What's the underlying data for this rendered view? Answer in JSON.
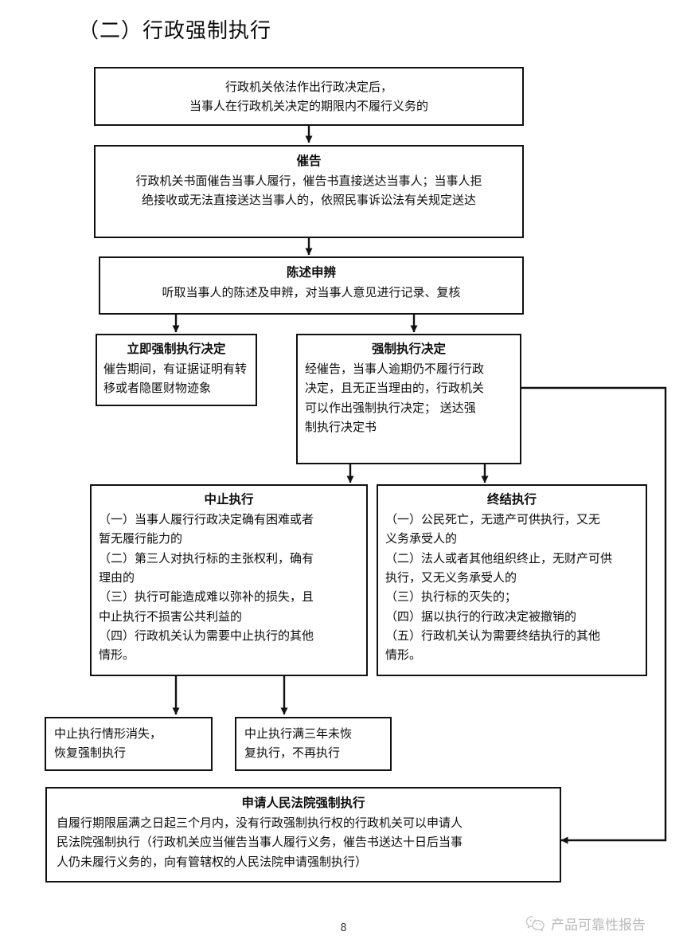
{
  "document": {
    "title": "（二）行政强制执行",
    "page_number": "8"
  },
  "watermark": {
    "icon": "wechat-icon",
    "label": "产品可靠性报告"
  },
  "flowchart": {
    "type": "flowchart",
    "orientation": "top-to-bottom",
    "nodes": [
      {
        "id": "start",
        "heading": "",
        "lines": [
          "行政机关依法作出行政决定后，",
          "当事人在行政机关决定的期限内不履行义务的"
        ]
      },
      {
        "id": "cuigao",
        "heading": "催告",
        "lines": [
          "行政机关书面催告当事人履行，催告书直接送达当事人；当事人拒",
          "绝接收或无法直接送达当事人的，依照民事诉讼法有关规定送达"
        ]
      },
      {
        "id": "chenshu",
        "heading": "陈述申辨",
        "lines": [
          "听取当事人的陈述及申辨，对当事人意见进行记录、复核"
        ]
      },
      {
        "id": "liji",
        "heading": "立即强制执行决定",
        "lines": [
          "催告期间，有证据证明有转",
          "移或者隐匿财物迹象"
        ]
      },
      {
        "id": "qiangzhi",
        "heading": "强制执行决定",
        "lines": [
          "经催告，当事人逾期仍不履行行政",
          "决定，且无正当理由的，行政机关",
          "可以作出强制执行决定； 送达强",
          "制执行决定书"
        ]
      },
      {
        "id": "zhongzhi",
        "heading": "中止执行",
        "lines": [
          "（一）当事人履行行政决定确有困难或者",
          "暂无履行能力的",
          "（二）第三人对执行标的主张权利，确有",
          "理由的",
          "（三）执行可能造成难以弥补的损失，且",
          "中止执行不损害公共利益的",
          "（四）行政机关认为需要中止执行的其他",
          "情形。"
        ]
      },
      {
        "id": "zhongjie",
        "heading": "终结执行",
        "lines": [
          "（一）公民死亡，无遗产可供执行，又无",
          "义务承受人的",
          "（二）法人或者其他组织终止，无财产可供",
          "执行，又无义务承受人的",
          "（三）执行标的灭失的；",
          "（四）据以执行的行政决定被撤销的",
          "（五）行政机关认为需要终结执行的其他",
          "情形。"
        ]
      },
      {
        "id": "huifu",
        "heading": "",
        "lines": [
          "中止执行情形消失，",
          "恢复强制执行"
        ]
      },
      {
        "id": "bzx",
        "heading": "",
        "lines": [
          "中止执行满三年未恢",
          "复执行，不再执行"
        ]
      },
      {
        "id": "fayuan",
        "heading": "申请人民法院强制执行",
        "lines": [
          "自履行期限届满之日起三个月内，没有行政强制执行权的行政机关可以申请人",
          "民法院强制执行（行政机关应当催告当事人履行义务，催告书送达十日后当事",
          "人仍未履行义务的，向有管辖权的人民法院申请强制执行）"
        ]
      }
    ],
    "edges": [
      {
        "from": "start",
        "to": "cuigao",
        "style": "arrow-down"
      },
      {
        "from": "cuigao",
        "to": "chenshu",
        "style": "arrow-down"
      },
      {
        "from": "chenshu",
        "to": "liji",
        "style": "arrow-down"
      },
      {
        "from": "chenshu",
        "to": "qiangzhi",
        "style": "arrow-down"
      },
      {
        "from": "qiangzhi",
        "to": "zhongzhi",
        "style": "arrow-down"
      },
      {
        "from": "qiangzhi",
        "to": "zhongjie",
        "style": "arrow-down"
      },
      {
        "from": "zhongzhi",
        "to": "huifu",
        "style": "arrow-down"
      },
      {
        "from": "zhongzhi",
        "to": "bzx",
        "style": "arrow-down"
      },
      {
        "from": "qiangzhi",
        "to": "fayuan",
        "style": "elbow-right-down-left-arrow"
      }
    ]
  }
}
